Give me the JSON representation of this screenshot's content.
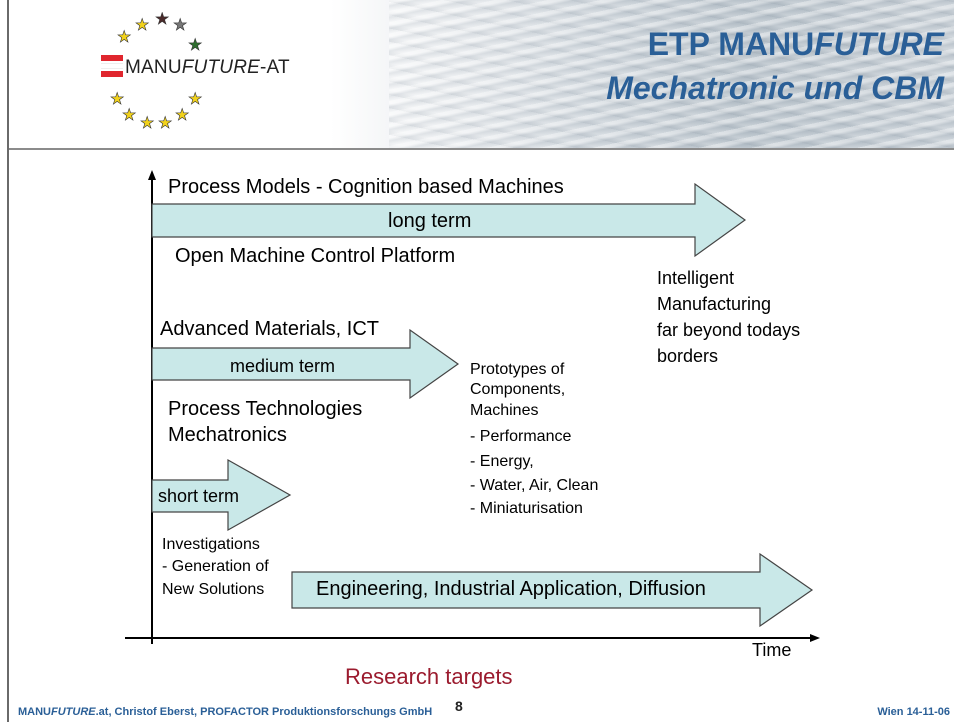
{
  "header": {
    "logo_text_prefix": "MANU",
    "logo_text_italic": "FUTURE",
    "logo_text_suffix": "-AT",
    "title_line1_prefix": "ETP MANU",
    "title_line1_italic": "FUTURE",
    "title_line2": "Mechatronic und CBM"
  },
  "diagram": {
    "long_term_above": "Process Models - Cognition based Machines",
    "long_term_label": "long term",
    "long_term_below": "Open Machine Control Platform",
    "long_term_result": [
      "Intelligent",
      "Manufacturing",
      "far beyond todays",
      "borders"
    ],
    "medium_term_above": "Advanced Materials, ICT",
    "medium_term_label": "medium term",
    "medium_term_below": [
      "Process Technologies",
      "Mechatronics"
    ],
    "medium_term_result": [
      "Prototypes of",
      "Components,",
      "Machines",
      "- Performance",
      "- Energy,",
      "- Water, Air, Clean",
      "- Miniaturisation"
    ],
    "short_term_label": "short term",
    "short_term_below": [
      "Investigations",
      "- Generation of",
      "New Solutions"
    ],
    "engineering_label": "Engineering, Industrial Application, Diffusion",
    "x_axis_label": "Time",
    "caption": "Research targets"
  },
  "footer": {
    "left_prefix": "MANU",
    "left_italic": "FUTURE",
    "left_suffix": ".at, Christof Eberst, PROFACTOR Produktionsforschungs GmbH",
    "page_number": "8",
    "right": "Wien 14-11-06"
  },
  "colors": {
    "arrow_fill": "#c9e8e8",
    "title_blue": "#2a5f97",
    "caption_red": "#9b1b2e"
  }
}
